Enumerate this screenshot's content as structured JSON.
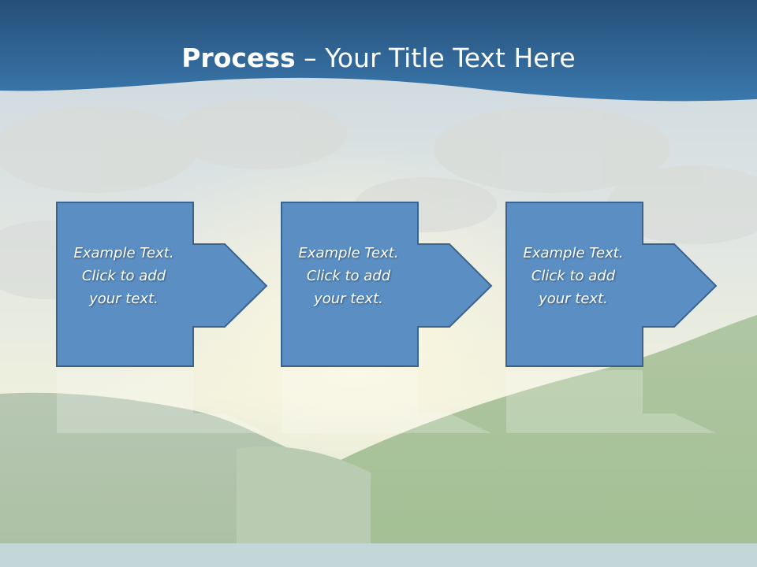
{
  "slide": {
    "title_bold": "Process",
    "title_rest": " – Your Title Text Here",
    "steps": [
      {
        "line1": "Example Text.",
        "line2": "Click  to add",
        "line3": "your text."
      },
      {
        "line1": "Example Text.",
        "line2": "Click  to add",
        "line3": "your text."
      },
      {
        "line1": "Example Text.",
        "line2": "Click  to add",
        "line3": "your text."
      }
    ]
  },
  "colors": {
    "banner": "#2f6596",
    "box_fill": "#5b8fc4",
    "box_stroke": "#3a638e",
    "title_text": "#ffffff"
  }
}
